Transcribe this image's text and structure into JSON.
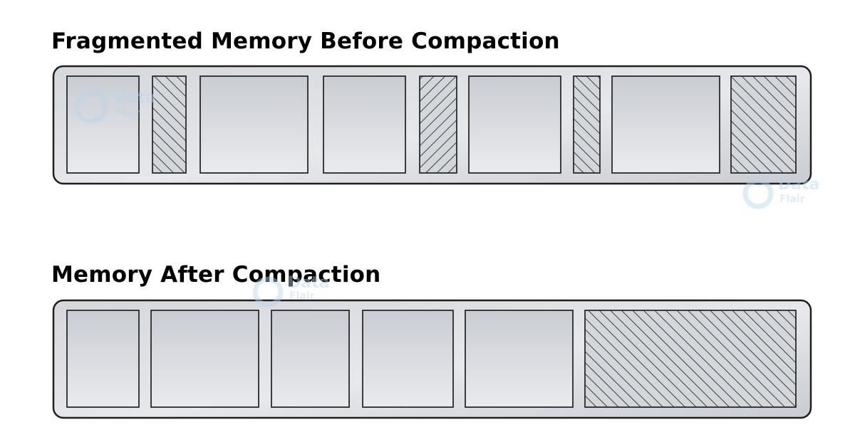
{
  "sections": [
    {
      "title": "Fragmented Memory Before Compaction"
    },
    {
      "title": "Memory After Compaction"
    }
  ],
  "watermark": {
    "line1": "Data",
    "line2": "Flair"
  },
  "colors": {
    "container_border": "#1f1f1f",
    "block_border": "#2a2a2a",
    "hatch": "#1a1a1a",
    "watermark": "#b8d6ea"
  }
}
